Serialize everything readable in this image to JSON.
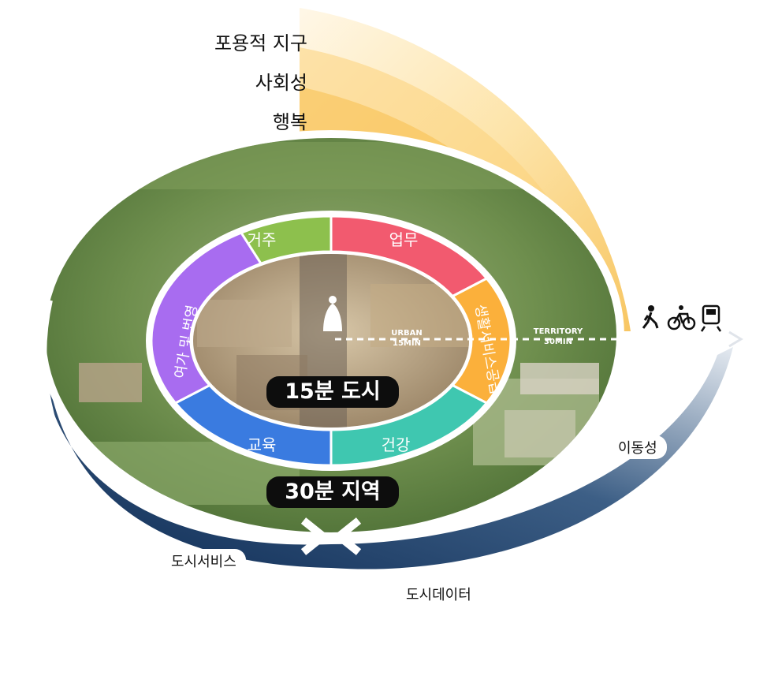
{
  "top_labels": [
    "포용적 지구",
    "사회성",
    "행복"
  ],
  "inner_ring_segments": [
    {
      "label": "거주",
      "color": "#8dc04d"
    },
    {
      "label": "업무",
      "color": "#f25a6f"
    },
    {
      "label": "생활서비스공급",
      "color": "#fbb03b"
    },
    {
      "label": "건강",
      "color": "#3fc7b0"
    },
    {
      "label": "교육",
      "color": "#3a7be0"
    },
    {
      "label": "여가 및 번영",
      "color": "#a86cf0"
    }
  ],
  "center_title": "15분 도시",
  "region_title": "30분 지역",
  "urban_label": [
    "URBAN",
    "15MIN"
  ],
  "territory_label": [
    "TERRITORY",
    "30MIN"
  ],
  "mobility_label": "이동성",
  "service_label": "도시서비스",
  "data_label": "도시데이터",
  "mobility_icons": [
    "walk-icon",
    "bicycle-icon",
    "train-icon"
  ],
  "colors": {
    "happiness_fan": "#f7c35a",
    "mobility_band": "#16365f"
  }
}
